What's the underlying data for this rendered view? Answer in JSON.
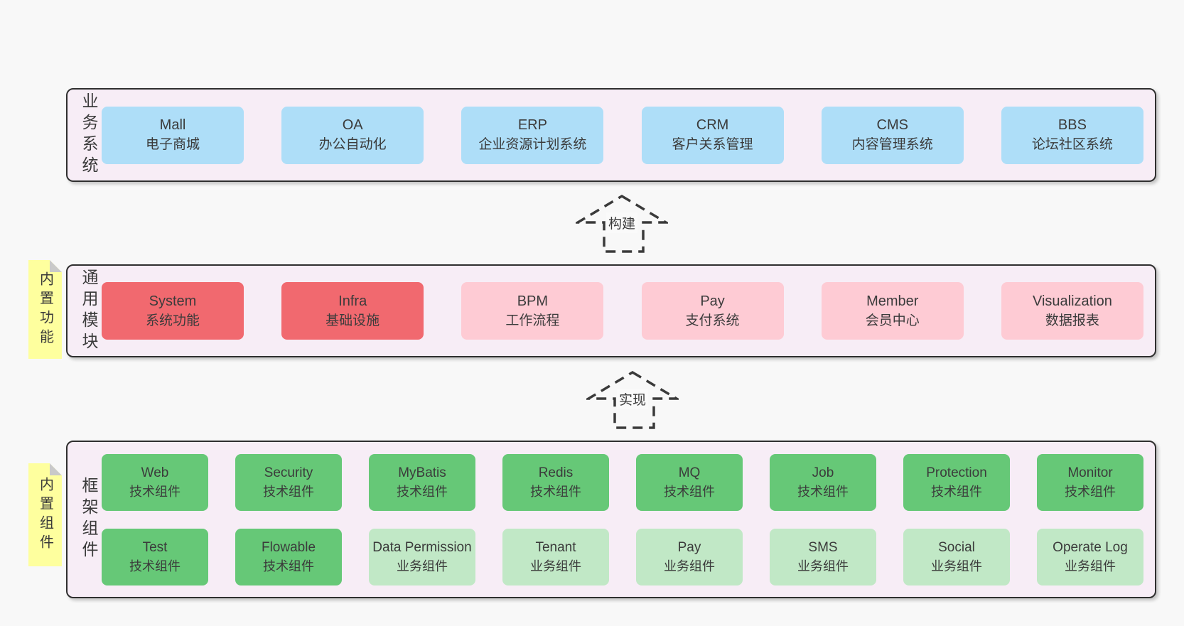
{
  "colors": {
    "page_bg": "#f8f8f8",
    "container_bg": "#f7edf6",
    "container_border": "#2f2f2f",
    "box_blue": "#aedef8",
    "box_red": "#f1696f",
    "box_pink": "#fecbd4",
    "box_green": "#66c877",
    "box_light_green": "#c1e8c6",
    "note_yellow": "#feff9e",
    "note_fold": "#c9c9c9",
    "text": "#3a3a3a"
  },
  "layers": {
    "business": {
      "label": "业务系统",
      "boxes": [
        {
          "title": "Mall",
          "subtitle": "电子商城"
        },
        {
          "title": "OA",
          "subtitle": "办公自动化"
        },
        {
          "title": "ERP",
          "subtitle": "企业资源计划系统"
        },
        {
          "title": "CRM",
          "subtitle": "客户关系管理"
        },
        {
          "title": "CMS",
          "subtitle": "内容管理系统"
        },
        {
          "title": "BBS",
          "subtitle": "论坛社区系统"
        }
      ]
    },
    "modules": {
      "label": "通用模块",
      "note": "内置功能",
      "boxes": [
        {
          "title": "System",
          "subtitle": "系统功能"
        },
        {
          "title": "Infra",
          "subtitle": "基础设施"
        },
        {
          "title": "BPM",
          "subtitle": "工作流程"
        },
        {
          "title": "Pay",
          "subtitle": "支付系统"
        },
        {
          "title": "Member",
          "subtitle": "会员中心"
        },
        {
          "title": "Visualization",
          "subtitle": "数据报表"
        }
      ]
    },
    "framework": {
      "label": "框架组件",
      "note": "内置组件",
      "row1": [
        {
          "title": "Web",
          "subtitle": "技术组件"
        },
        {
          "title": "Security",
          "subtitle": "技术组件"
        },
        {
          "title": "MyBatis",
          "subtitle": "技术组件"
        },
        {
          "title": "Redis",
          "subtitle": "技术组件"
        },
        {
          "title": "MQ",
          "subtitle": "技术组件"
        },
        {
          "title": "Job",
          "subtitle": "技术组件"
        },
        {
          "title": "Protection",
          "subtitle": "技术组件"
        },
        {
          "title": "Monitor",
          "subtitle": "技术组件"
        }
      ],
      "row2": [
        {
          "title": "Test",
          "subtitle": "技术组件"
        },
        {
          "title": "Flowable",
          "subtitle": "技术组件"
        },
        {
          "title": "Data Permission",
          "subtitle": "业务组件"
        },
        {
          "title": "Tenant",
          "subtitle": "业务组件"
        },
        {
          "title": "Pay",
          "subtitle": "业务组件"
        },
        {
          "title": "SMS",
          "subtitle": "业务组件"
        },
        {
          "title": "Social",
          "subtitle": "业务组件"
        },
        {
          "title": "Operate Log",
          "subtitle": "业务组件"
        }
      ]
    }
  },
  "arrows": {
    "build": {
      "label": "构建"
    },
    "implement": {
      "label": "实现"
    }
  }
}
